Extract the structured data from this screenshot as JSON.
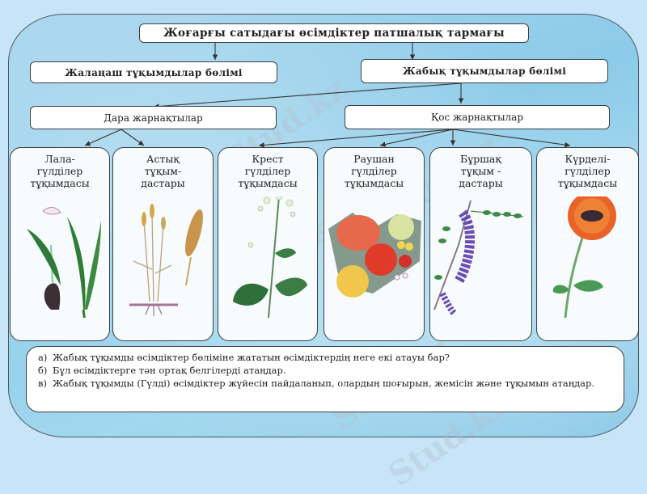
{
  "diagram": {
    "root": "Жоғарғы сатыдағы өсімдіктер патшалық тармағы",
    "divisions": [
      "Жалаңаш тұқымдылар бөлімі",
      "Жабық тұқымдылар бөлімі"
    ],
    "classes": [
      "Дара жарнақтылар",
      "Қос жарнақтылар"
    ],
    "families": [
      {
        "line1": "Лала-",
        "line2": "гүлділер",
        "line3": "тұқымдасы",
        "image": "tulip-crocus-plant-with-bulb"
      },
      {
        "line1": "Астық",
        "line2": "тұқым-",
        "line3": "дастары",
        "image": "wheat-grain-plant"
      },
      {
        "line1": "Крест",
        "line2": "гүлділер",
        "line3": "тұқымдасы",
        "image": "cruciferous-plant-white-flowers"
      },
      {
        "line1": "Раушан",
        "line2": "гүлділер",
        "line3": "тұқымдасы",
        "image": "apples-fruits-blossom"
      },
      {
        "line1": "Бұршақ",
        "line2": "тұқым -",
        "line3": "дастары",
        "image": "wisteria-purple-flowers"
      },
      {
        "line1": "Күрделі-",
        "line2": "гүлділер",
        "line3": "тұқымдасы",
        "image": "sunflower-orange"
      }
    ],
    "questions": [
      {
        "label": "а)",
        "text": "Жабық тұқымды өсімдіктер бөліміне жататын өсімдіктердің неге екі атауы бар?"
      },
      {
        "label": "б)",
        "text": "Бұл өсімдіктерге тән ортақ белгілерді атаңдар."
      },
      {
        "label": "в)",
        "text": "Жабық тұқымды (Гүлді) өсімдіктер жүйесін пайдаланып, олардың шоғырын, жемісін және тұқымын атаңдар."
      }
    ]
  },
  "watermark": "Stud.kz",
  "colors": {
    "page_bg": "#c7e4f8",
    "frame_bg": "#9fd3ec",
    "box_border": "#3a3f44"
  }
}
